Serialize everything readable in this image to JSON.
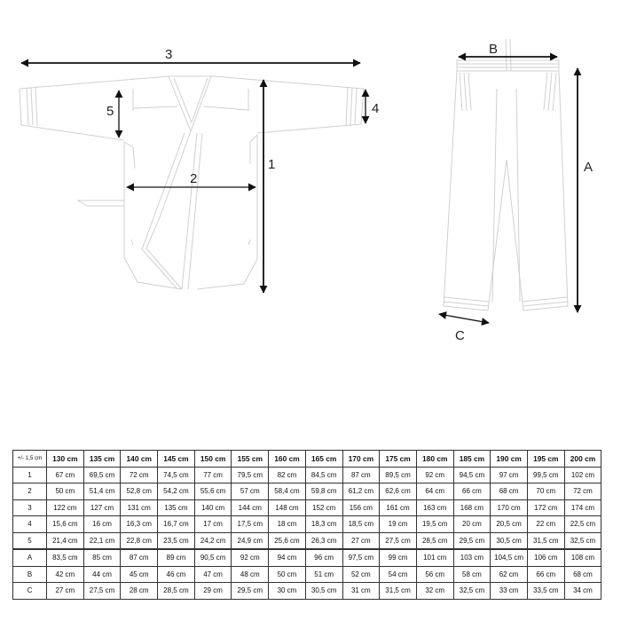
{
  "diagram": {
    "jacket_labels": [
      "1",
      "2",
      "3",
      "4",
      "5"
    ],
    "pants_labels": [
      "A",
      "B",
      "C"
    ]
  },
  "table": {
    "tolerance": "+/- 1,5 cm",
    "sizes": [
      "130 cm",
      "135 cm",
      "140 cm",
      "145 cm",
      "150 cm",
      "155 cm",
      "160 cm",
      "165 cm",
      "170 cm",
      "175 cm",
      "180 cm",
      "185 cm",
      "190 cm",
      "195 cm",
      "200 cm"
    ],
    "jacket_rows": [
      {
        "label": "1",
        "values": [
          "67 cm",
          "69,5 cm",
          "72 cm",
          "74,5 cm",
          "77 cm",
          "79,5 cm",
          "82 cm",
          "84,5 cm",
          "87 cm",
          "89,5 cm",
          "92 cm",
          "94,5 cm",
          "97 cm",
          "99,5 cm",
          "102 cm"
        ]
      },
      {
        "label": "2",
        "values": [
          "50 cm",
          "51,4 cm",
          "52,8 cm",
          "54,2 cm",
          "55,6 cm",
          "57 cm",
          "58,4 cm",
          "59,8 cm",
          "61,2 cm",
          "62,6 cm",
          "64 cm",
          "66 cm",
          "68 cm",
          "70 cm",
          "72 cm"
        ]
      },
      {
        "label": "3",
        "values": [
          "122 cm",
          "127 cm",
          "131 cm",
          "135 cm",
          "140 cm",
          "144 cm",
          "148 cm",
          "152 cm",
          "156 cm",
          "161 cm",
          "163 cm",
          "168 cm",
          "170 cm",
          "172 cm",
          "174 cm"
        ]
      },
      {
        "label": "4",
        "values": [
          "15,6 cm",
          "16 cm",
          "16,3 cm",
          "16,7 cm",
          "17 cm",
          "17,5 cm",
          "18 cm",
          "18,3 cm",
          "18,5 cm",
          "19 cm",
          "19,5 cm",
          "20 cm",
          "20,5 cm",
          "22 cm",
          "22,5 cm"
        ]
      },
      {
        "label": "5",
        "values": [
          "21,4 cm",
          "22,1 cm",
          "22,8 cm",
          "23,5 cm",
          "24,2 cm",
          "24,9 cm",
          "25,6 cm",
          "26,3 cm",
          "27 cm",
          "27,5 cm",
          "28,5 cm",
          "29,5 cm",
          "30,5 cm",
          "31,5 cm",
          "32,5 cm"
        ]
      }
    ],
    "pants_rows": [
      {
        "label": "A",
        "values": [
          "83,5 cm",
          "85 cm",
          "87 cm",
          "89 cm",
          "90,5 cm",
          "92 cm",
          "94 cm",
          "96 cm",
          "97,5 cm",
          "99 cm",
          "101 cm",
          "103 cm",
          "104,5 cm",
          "106 cm",
          "108 cm"
        ]
      },
      {
        "label": "B",
        "values": [
          "42 cm",
          "44 cm",
          "45 cm",
          "46 cm",
          "47 cm",
          "48 cm",
          "50 cm",
          "51 cm",
          "52 cm",
          "54 cm",
          "56 cm",
          "58 cm",
          "62 cm",
          "66 cm",
          "68 cm"
        ]
      },
      {
        "label": "C",
        "values": [
          "27 cm",
          "27,5 cm",
          "28 cm",
          "28,5 cm",
          "29 cm",
          "29,5 cm",
          "30 cm",
          "30,5 cm",
          "31 cm",
          "31,5 cm",
          "32 cm",
          "32,5 cm",
          "33 cm",
          "33,5 cm",
          "34 cm"
        ]
      }
    ]
  }
}
